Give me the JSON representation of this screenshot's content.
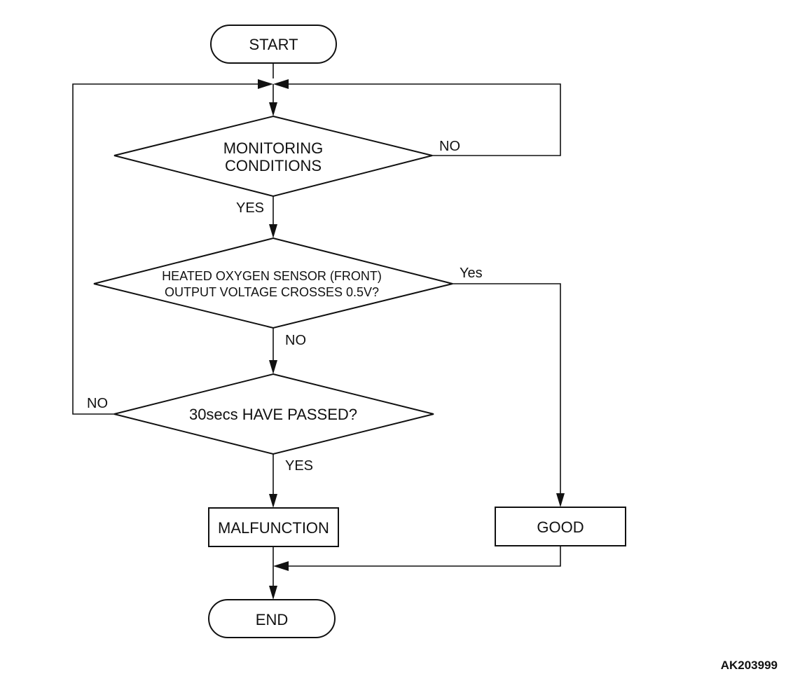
{
  "flowchart": {
    "start": "START",
    "decision_monitoring": [
      "MONITORING",
      "CONDITIONS"
    ],
    "decision_voltage": [
      "HEATED OXYGEN SENSOR (FRONT)",
      "OUTPUT VOLTAGE CROSSES 0.5V?"
    ],
    "decision_time": "30secs HAVE PASSED?",
    "malfunction": "MALFUNCTION",
    "good": "GOOD",
    "end": "END",
    "labels": {
      "monitoring_no": "NO",
      "monitoring_yes": "YES",
      "voltage_yes": "Yes",
      "voltage_no": "NO",
      "time_no": "NO",
      "time_yes": "YES"
    }
  },
  "figure_code": "AK203999"
}
